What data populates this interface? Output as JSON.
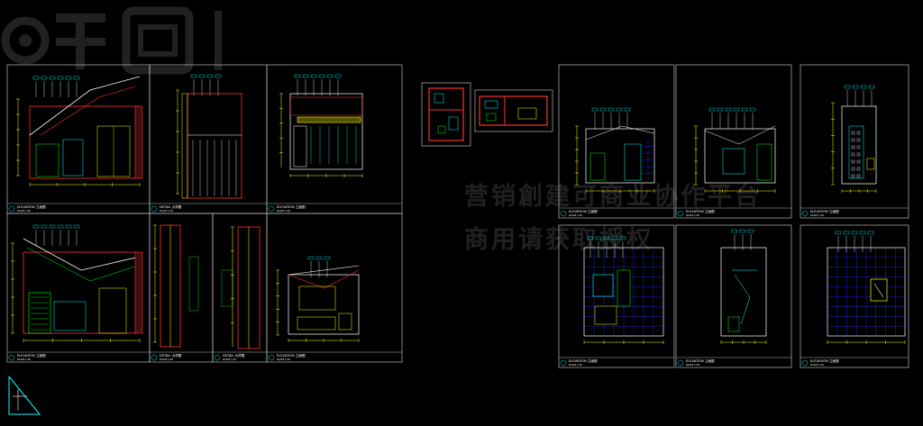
{
  "watermark": {
    "line1": "营销創建可商业协作平台",
    "line2": "商用请获取授权"
  },
  "colors": {
    "background": "#000000",
    "frame": "#b8b8b8",
    "wall": "#ff3030",
    "dimension": "#ffff00",
    "fixture": "#00ffff",
    "detail": "#00ff00",
    "text": "#ffffff",
    "tile": "#2a2aff"
  },
  "sheets": [
    {
      "title": "ELEVATION 立面图",
      "scale": "SCALE 1:30"
    },
    {
      "title": "DETAIL 大样图",
      "scale": "SCALE 1:30"
    },
    {
      "title": "ELEVATION 立面图",
      "scale": "SCALE 1:30"
    },
    {
      "title": "ELEVATION 立面图",
      "scale": "SCALE 1:30"
    },
    {
      "title": "DETAIL 大样图",
      "scale": "SCALE 1:30"
    },
    {
      "title": "DETAIL 大样图",
      "scale": "SCALE 1:30"
    },
    {
      "title": "ELEVATION 立面图",
      "scale": "SCALE 1:30"
    },
    {
      "title": "ELEVATION 立面图",
      "scale": "SCALE 1:30"
    },
    {
      "title": "ELEVATION 立面图",
      "scale": "SCALE 1:30"
    },
    {
      "title": "ELEVATION 立面图",
      "scale": "SCALE 1:30"
    },
    {
      "title": "ELEVATION 立面图",
      "scale": "SCALE 1:30"
    },
    {
      "title": "ELEVATION 立面图",
      "scale": "SCALE 1:30"
    },
    {
      "title": "ELEVATION 立面图",
      "scale": "SCALE 1:30"
    }
  ],
  "icons": [
    "ucs-icon",
    "watermark-logo"
  ]
}
